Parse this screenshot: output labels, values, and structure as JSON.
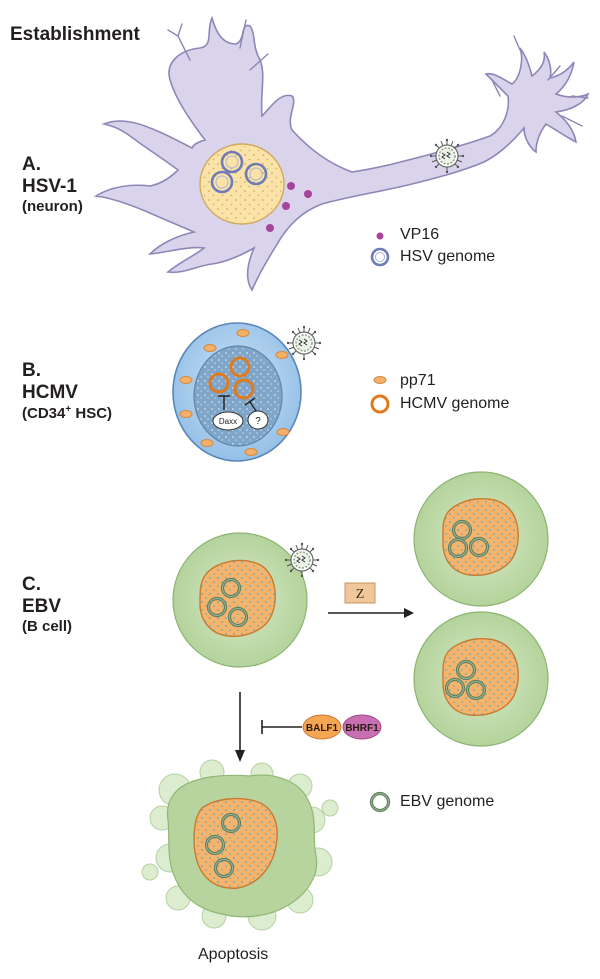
{
  "title": "Establishment",
  "panels": {
    "a": {
      "letter": "A.",
      "virus": "HSV-1",
      "cell": "(neuron)"
    },
    "b": {
      "letter": "B.",
      "virus": "HCMV",
      "cell_prefix": "(CD34",
      "cell_sup": "+",
      "cell_suffix": " HSC)"
    },
    "c": {
      "letter": "C.",
      "virus": "EBV",
      "cell": "(B cell)"
    }
  },
  "legend": {
    "vp16": "VP16",
    "hsv_genome": "HSV genome",
    "pp71": "pp71",
    "hcmv_genome": "HCMV genome",
    "ebv_genome": "EBV genome"
  },
  "labels": {
    "daxx": "Daxx",
    "unknown": "?",
    "z_protein": "Z",
    "balf1": "BALF1",
    "bhrf1": "BHRF1",
    "apoptosis": "Apoptosis"
  },
  "colors": {
    "neuron_fill": "#d9d4ec",
    "neuron_stroke": "#8f86b8",
    "nucleus_fill": "#fbe3a8",
    "vp16": "#a8439a",
    "hsv_genome": "#6f7bb7",
    "hsc_fill": "#a9cdec",
    "hsc_nucleus": "#7fa6c8",
    "pp71": "#f4b06b",
    "hcmv_genome": "#e07a1e",
    "bcell_fill": "#c3dcae",
    "bcell_nucleus": "#f6b36c",
    "ebv_genome": "#6b8c6a",
    "balf1": "#f4a653",
    "bhrf1": "#c86fb4",
    "z_box": "#f0c79a"
  }
}
